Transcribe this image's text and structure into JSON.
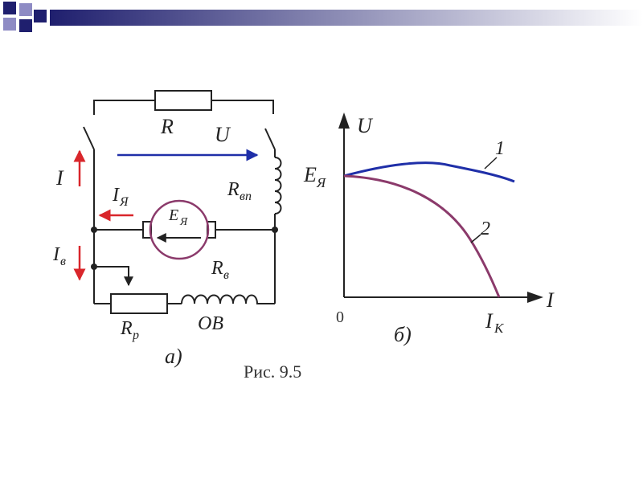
{
  "colors": {
    "header_dark": "#1f1f6e",
    "header_light": "#ffffff",
    "square_purple": "#8e8bc4",
    "curve_1": "#1f2fa8",
    "curve_2": "#8b3a6b",
    "arrow_red": "#d9262b",
    "arrow_blue": "#1f2fa8",
    "wire": "#222222"
  },
  "circuit": {
    "caption": "а)",
    "labels": {
      "R": "R",
      "U": "U",
      "I": "I",
      "I_ya": "I",
      "I_ya_sub": "Я",
      "E_ya": "E",
      "E_ya_sub": "Я",
      "R_vp": "R",
      "R_vp_sub": "вп",
      "I_v": "I",
      "I_v_sub": "в",
      "R_v": "R",
      "R_v_sub": "в",
      "R_p": "R",
      "R_p_sub": "р",
      "OB": "ОВ"
    }
  },
  "graph": {
    "caption": "б)",
    "y_axis_label": "U",
    "x_axis_label": "I",
    "origin_label": "0",
    "E_label": "E",
    "E_sub": "Я",
    "Ik_label": "I",
    "Ik_sub": "К",
    "curve_1_label": "1",
    "curve_2_label": "2"
  },
  "figure_caption": "Рис. 9.5"
}
